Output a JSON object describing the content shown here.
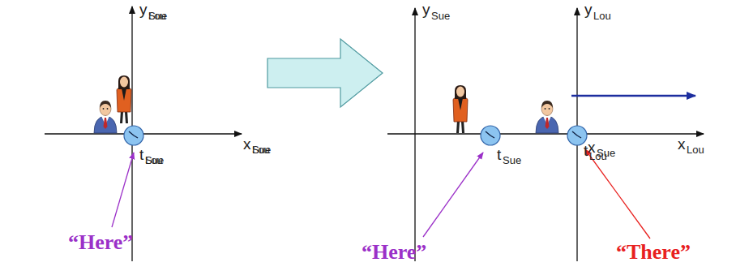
{
  "diagram": {
    "labels": [
      "y",
      "Sue",
      "Lou",
      "x",
      "Sue",
      "Lou",
      "t",
      "Sue",
      "Lou",
      "“Here”",
      "y",
      "Sue",
      "t",
      "Sue",
      "y",
      "Lou",
      "x",
      "Sue",
      "t",
      "Lou",
      "x",
      "Lou",
      "“Here”",
      "“There”"
    ]
  }
}
